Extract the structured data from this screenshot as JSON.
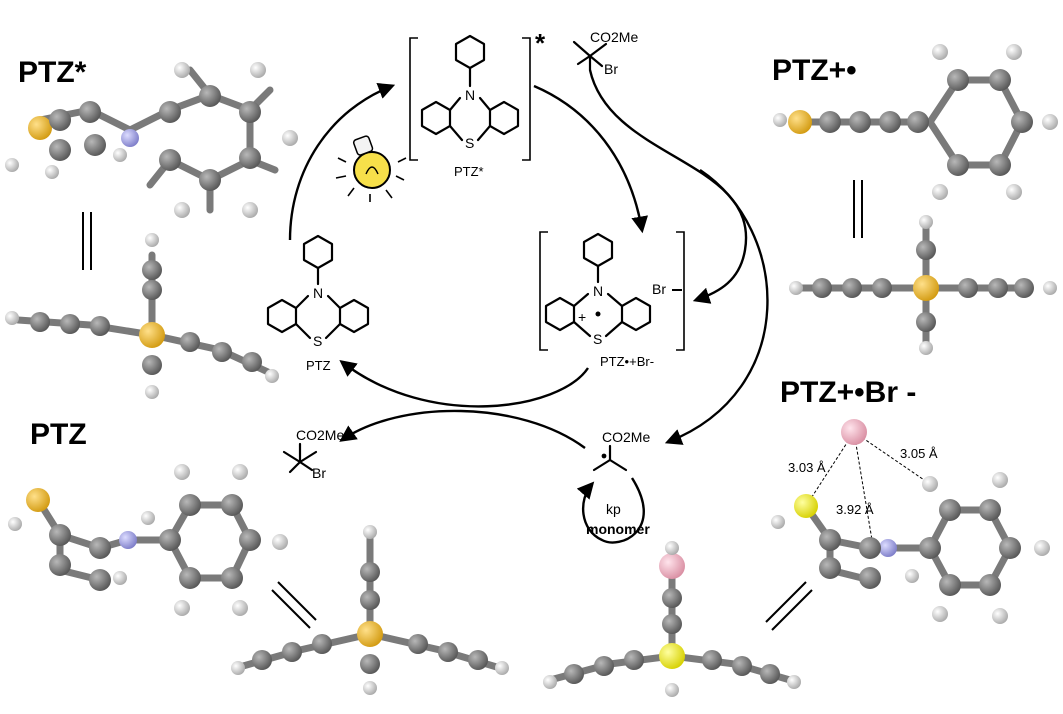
{
  "labels": {
    "ptz_star_heading": "PTZ*",
    "ptz_radcat_heading": "PTZ+•",
    "ptz_heading": "PTZ",
    "ptz_radcat_br_heading": "PTZ+•Br -"
  },
  "scheme": {
    "ptz_star_label": "PTZ*",
    "ptz_label": "PTZ",
    "ptz_radcat_br_label": "PTZ•+Br-",
    "bromide": "Br",
    "ester_group": "CO2Me",
    "rate_constant": "kp",
    "monomer": "monomer",
    "star_mark": "*",
    "atom_N": "N",
    "atom_S": "S"
  },
  "distances": {
    "d1": "3.03 Å",
    "d2": "3.05 Å",
    "d3": "3.92 Å"
  },
  "icons": [
    "lightbulb-icon"
  ],
  "colors": {
    "carbon": "#7a7a7a",
    "hydrogen": "#d9d9d9",
    "sulfur": "#f2b526",
    "sulfur_br": "#f5f000",
    "nitrogen": "#a6a6e8",
    "bromine": "#f3b8c7",
    "bulb": "#f7e04a"
  }
}
